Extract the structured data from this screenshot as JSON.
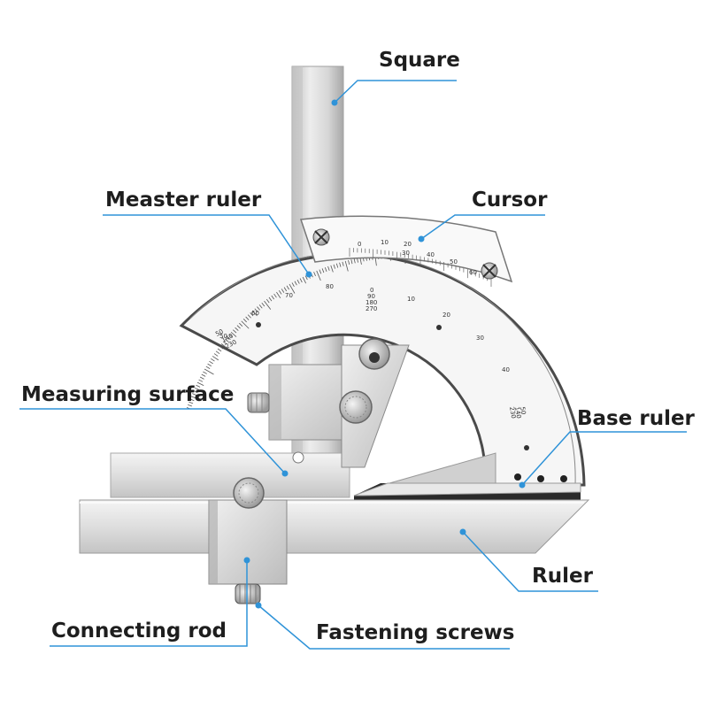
{
  "labels": {
    "square": "Square",
    "master_ruler": "Measter ruler",
    "cursor": "Cursor",
    "measuring_surface": "Measuring surface",
    "base_ruler": "Base ruler",
    "ruler": "Ruler",
    "connecting_rod": "Connecting rod",
    "fastening_screws": "Fastening screws"
  },
  "scales": {
    "master_outer": [
      "50",
      "60",
      "70",
      "80"
    ],
    "master_center": [
      "0",
      "90",
      "180",
      "270"
    ],
    "master_right": [
      "10",
      "20",
      "30",
      "40"
    ],
    "master_right_stack": [
      "50",
      "140",
      "230"
    ],
    "master_left_stack": [
      "50",
      "140",
      "230"
    ],
    "vernier": [
      "0",
      "10",
      "20",
      "30",
      "40",
      "50",
      "60"
    ]
  },
  "colors": {
    "leader": "#2f93d8",
    "steel_light": "#e6e6e6",
    "steel_mid": "#c9c9c9",
    "steel_dark": "#9c9c9c"
  }
}
